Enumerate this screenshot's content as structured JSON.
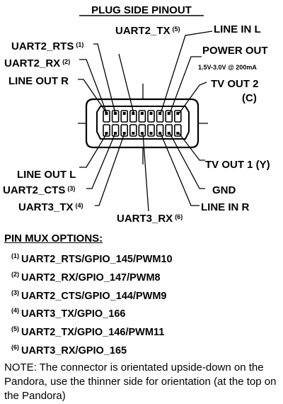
{
  "title": "PLUG SIDE PINOUT",
  "labels": {
    "uart2_tx": "UART2_TX",
    "uart2_tx_ref": "(5)",
    "line_in_l": "LINE IN L",
    "uart2_rts": "UART2_RTS",
    "uart2_rts_ref": "(1)",
    "power_out": "POWER OUT",
    "uart2_rx": "UART2_RX",
    "uart2_rx_ref": "(2)",
    "power_spec": "1.5V-3.0V @ 200mA",
    "line_out_r": "LINE OUT R",
    "tv_out_2": "TV OUT 2",
    "tv_out_2_sub": "(C)",
    "tv_out_1": "TV OUT 1 (Y)",
    "line_out_l": "LINE OUT L",
    "uart2_cts": "UART2_CTS",
    "uart2_cts_ref": "(3)",
    "gnd": "GND",
    "uart3_tx": "UART3_TX",
    "uart3_tx_ref": "(4)",
    "line_in_r": "LINE IN R",
    "uart3_rx": "UART3_RX",
    "uart3_rx_ref": "(6)"
  },
  "pinmux": {
    "title": "PIN MUX OPTIONS:",
    "items": [
      {
        "num": "(1)",
        "text": "UART2_RTS/GPIO_145/PWM10"
      },
      {
        "num": "(2)",
        "text": "UART2_RX/GPIO_147/PWM8"
      },
      {
        "num": "(3)",
        "text": "UART2_CTS/GPIO_144/PWM9"
      },
      {
        "num": "(4)",
        "text": "UART3_TX/GPIO_166"
      },
      {
        "num": "(5)",
        "text": "UART2_TX/GPIO_146/PWM11"
      },
      {
        "num": "(6)",
        "text": "UART3_RX/GPIO_165"
      }
    ],
    "note": "NOTE: The connector is orientated upside-down on the Pandora, use the thinner side for orientation (at the top on the Pandora)"
  }
}
